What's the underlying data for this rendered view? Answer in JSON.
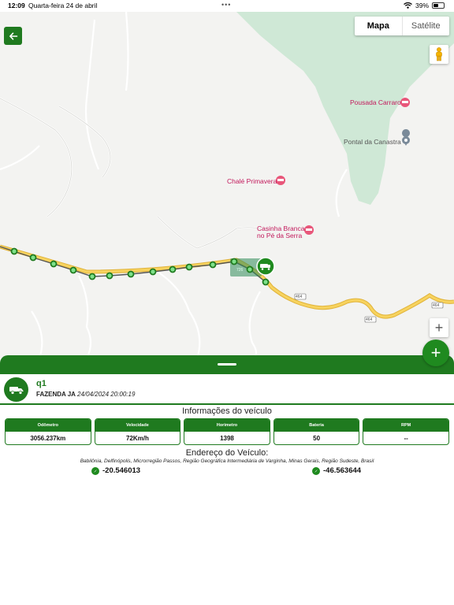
{
  "status_bar": {
    "time": "12:09",
    "date": "Quarta-feira 24 de abril",
    "battery": "39%"
  },
  "map": {
    "map_type_options": [
      "Mapa",
      "Satélite"
    ],
    "selected_map_type": "Mapa",
    "pois": [
      {
        "name": "Pousada Carraro",
        "icon": "bed-icon"
      },
      {
        "name": "Pontal da Canastra",
        "icon": "pin-icon"
      },
      {
        "name": "Chalé Primavera",
        "icon": "bed-icon"
      },
      {
        "name": "Casinha Branca",
        "name2": "no Pé da Serra",
        "icon": "bed-icon"
      }
    ],
    "road_labels": [
      "464",
      "464",
      "464",
      "726"
    ],
    "zoom_in_label": "+",
    "fab_label": "+"
  },
  "vehicle": {
    "name": "q1",
    "group": "FAZENDA JA",
    "timestamp": "24/04/2024 20:00:19"
  },
  "info_title": "Informações do veículo",
  "info_cards": [
    {
      "label": "Odômetro",
      "value": "3056.237km"
    },
    {
      "label": "Velocidade",
      "value": "72Km/h"
    },
    {
      "label": "Horimetro",
      "value": "1398"
    },
    {
      "label": "Bateria",
      "value": "50"
    },
    {
      "label": "RPM",
      "value": "--"
    }
  ],
  "address_title": "Endereço do Veículo:",
  "address_text": "Babilônia, Delfinópolis, Microrregião Passos, Região Geográfica Intermediária de Varginha, Minas Gerais, Região Sudeste, Brasil",
  "latitude": "-20.546013",
  "longitude": "-46.563644",
  "colors": {
    "primary_green": "#1f7a1f",
    "poi_pink": "#c2185b",
    "park_green": "#cfe8d6",
    "road_yellow": "#f7c948"
  }
}
